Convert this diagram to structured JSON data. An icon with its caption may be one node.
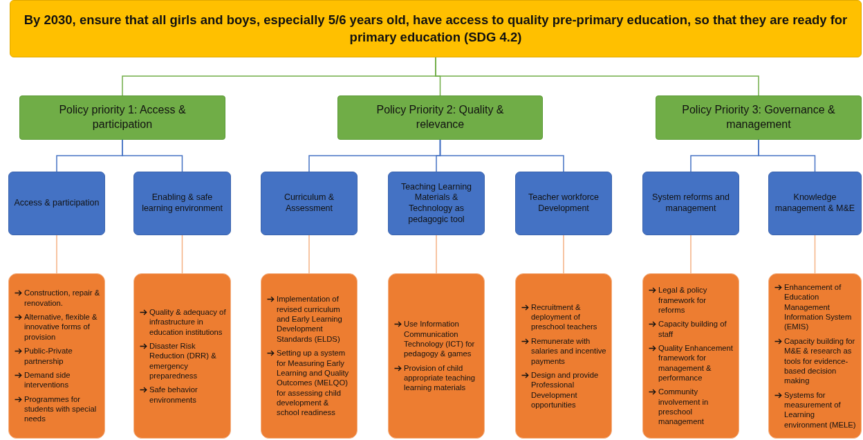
{
  "diagram": {
    "nodes": [
      {
        "text": [
          "By 2030, ensure that all girls and boys, especially 5/6 years old, have access to quality pre-primary education, so that they are ready for primary education (SDG 4.2)"
        ]
      },
      {
        "text": [
          "Policy priority 1: Access & participation"
        ]
      },
      {
        "text": [
          "Policy Priority 2: Quality & relevance"
        ]
      },
      {
        "text": [
          "Policy Priority 3: Governance & management"
        ]
      },
      {
        "text": [
          "Access & participation"
        ]
      },
      {
        "text": [
          "Enabling & safe learning environment"
        ]
      },
      {
        "text": [
          "Curriculum & Assessment"
        ]
      },
      {
        "text": [
          "Teaching Learning Materials & Technology as pedagogic tool"
        ]
      },
      {
        "text": [
          "Teacher workforce Development"
        ]
      },
      {
        "text": [
          "System reforms and management"
        ]
      },
      {
        "text": [
          "Knowledge management & M&E"
        ]
      },
      {
        "text": [
          "Construction, repair & renovation.",
          "Alternative, flexible & innovative forms of provision",
          "Public-Private partnership",
          "Demand side interventions",
          "Programmes for students with special needs"
        ]
      },
      {
        "text": [
          "Quality & adequacy of infrastructure in education institutions",
          "Disaster Risk Reduction (DRR) & emergency preparedness",
          "Safe behavior environments"
        ]
      },
      {
        "text": [
          "Implementation of revised curriculum and Early Learning Development Standards (ELDS)",
          "Setting up a system for Measuring Early Learning and Quality Outcomes (MELQO) for assessing child development & school readiness"
        ]
      },
      {
        "text": [
          "Use Information Communication Technology (ICT) for pedagogy & games",
          "Provision of child appropriate teaching learning materials"
        ]
      },
      {
        "text": [
          "Recruitment & deployment of preschool teachers",
          "Remunerate with salaries and incentive payments",
          "Design and provide Professional Development opportunities"
        ]
      },
      {
        "text": [
          "Legal & policy framework for reforms",
          "Capacity building of staff",
          "Quality Enhancement framework for management & performance",
          "Community involvement in preschool management"
        ]
      },
      {
        "text": [
          "Enhancement of Education Management Information System (EMIS)",
          "Capacity building for M&E & research as tools for evidence-based decision making",
          "Systems for measurement of Learning environment (MELE)"
        ]
      }
    ],
    "edges": [
      {
        "from": 0,
        "to": 1,
        "arrow": "none",
        "color": "#70ad47"
      },
      {
        "from": 0,
        "to": 2,
        "arrow": "none",
        "color": "#70ad47"
      },
      {
        "from": 0,
        "to": 3,
        "arrow": "none",
        "color": "#70ad47"
      },
      {
        "from": 1,
        "to": 4,
        "arrow": "none"
      },
      {
        "from": 1,
        "to": 5,
        "arrow": "none"
      },
      {
        "from": 2,
        "to": 6,
        "arrow": "none"
      },
      {
        "from": 2,
        "to": 7,
        "arrow": "none"
      },
      {
        "from": 2,
        "to": 8,
        "arrow": "none"
      },
      {
        "from": 3,
        "to": 9,
        "arrow": "none"
      },
      {
        "from": 3,
        "to": 10,
        "arrow": "none"
      },
      {
        "from": 4,
        "to": 11,
        "arrow": "none",
        "color": "#f4b183"
      },
      {
        "from": 5,
        "to": 12,
        "arrow": "none",
        "color": "#f4b183"
      },
      {
        "from": 6,
        "to": 13,
        "arrow": "none",
        "color": "#f4b183"
      },
      {
        "from": 7,
        "to": 14,
        "arrow": "none",
        "color": "#f4b183"
      },
      {
        "from": 8,
        "to": 15,
        "arrow": "none",
        "color": "#f4b183"
      },
      {
        "from": 9,
        "to": 16,
        "arrow": "none",
        "color": "#f4b183"
      },
      {
        "from": 10,
        "to": 17,
        "arrow": "none",
        "color": "#f4b183"
      }
    ]
  }
}
